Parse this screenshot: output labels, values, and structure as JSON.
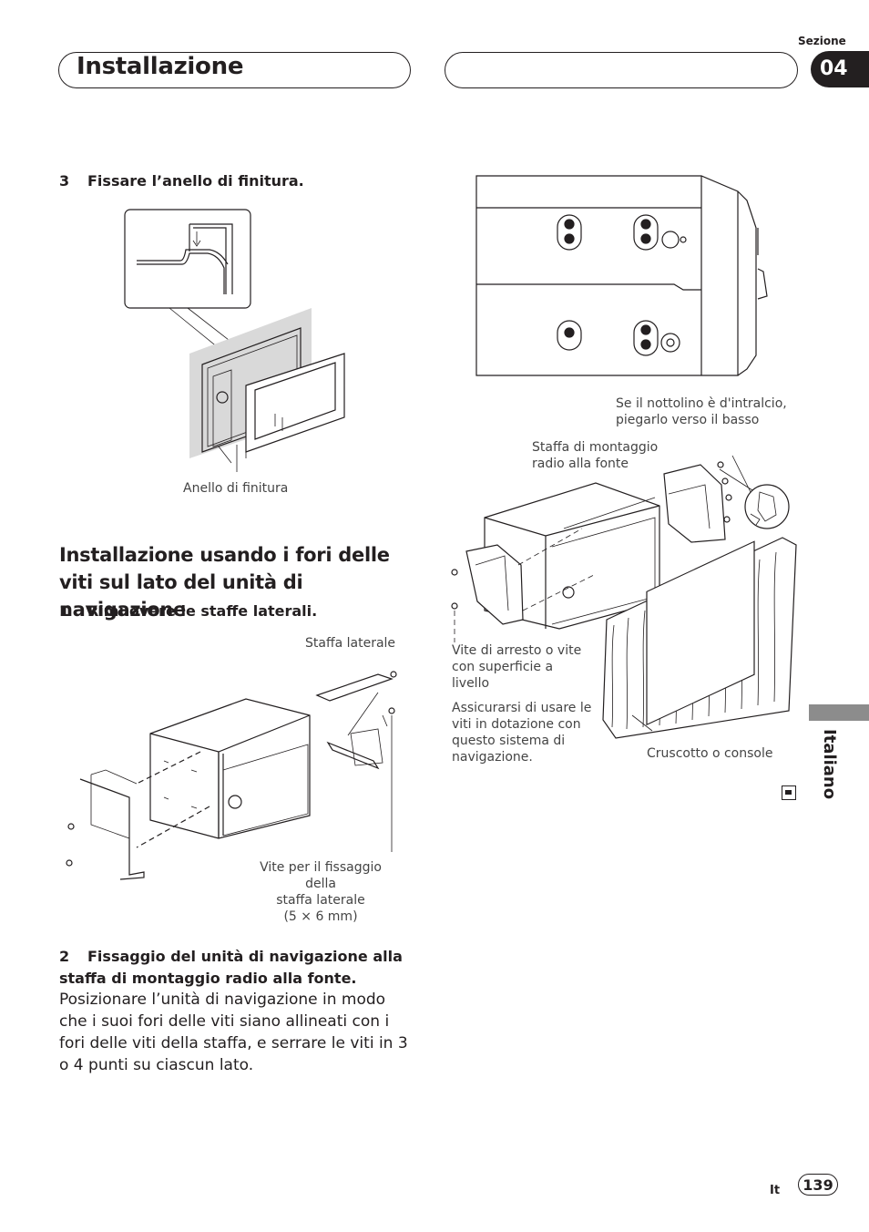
{
  "header": {
    "title": "Installazione",
    "section_label": "Sezione",
    "section_number": "04"
  },
  "left": {
    "step3": {
      "number": "3",
      "text": "Fissare l’anello di finitura."
    },
    "fig1_label_ring": "Anello di finitura",
    "heading": "Installazione usando i fori delle viti sul lato del unità di navigazione",
    "step1": {
      "number": "1",
      "text": "Rimuovere le staffe laterali."
    },
    "fig2_label_bracket": "Staffa laterale",
    "fig2_label_screw_1": "Vite per il fissaggio della",
    "fig2_label_screw_2": "staffa laterale",
    "fig2_label_screw_3": "(5 × 6 mm)",
    "step2": {
      "number": "2",
      "text": "Fissaggio del unità di navigazione alla staffa di montaggio radio alla fonte."
    },
    "step2_body": "Posizionare l’unità di navigazione in modo che i suoi fori delle viti siano allineati con i fori delle viti della staffa, e serrare le viti in 3 o 4 punti su ciascun lato."
  },
  "right": {
    "label_tab": "Se il nottolino è d'intralcio, piegarlo verso il basso",
    "label_factory_bracket": "Staffa di montaggio radio alla fonte",
    "label_screws": "Vite di arresto o vite con superficie a livello",
    "label_use_screws": "Assicurarsi di usare le viti in dotazione con questo sistema di navigazione.",
    "label_dashboard": "Cruscotto o console"
  },
  "sidebar": {
    "language": "Italiano"
  },
  "footer": {
    "lang_code": "It",
    "page_number": "139"
  }
}
